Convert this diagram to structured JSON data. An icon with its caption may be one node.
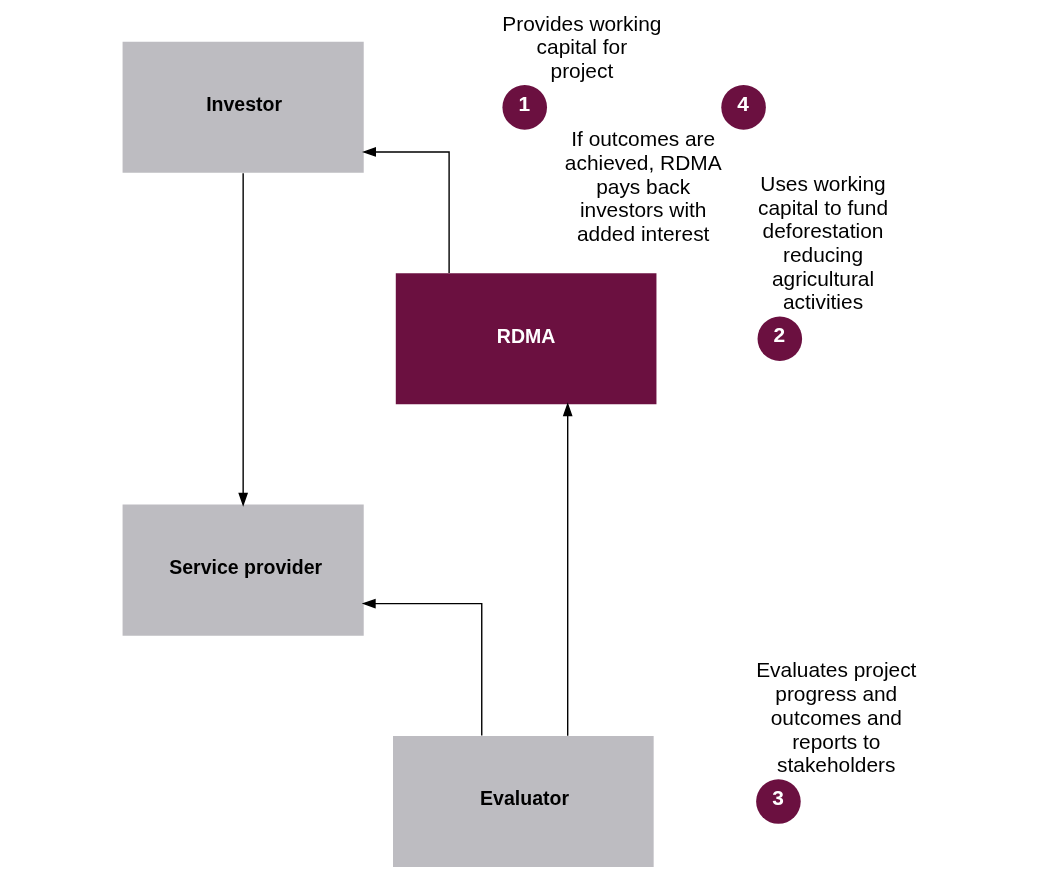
{
  "diagram": {
    "nodes": [
      {
        "text": [
          "Investor"
        ]
      },
      {
        "text": [
          "Service provider"
        ]
      },
      {
        "text": [
          "RDMA"
        ]
      },
      {
        "text": [
          "Evaluator"
        ]
      },
      {
        "text": [
          "1"
        ],
        "beside": [
          "Provides working capital for project"
        ]
      },
      {
        "text": [
          "2"
        ],
        "beside": [
          "Uses working capital to fund deforestation reducing agricultural activities"
        ]
      },
      {
        "text": [
          "3"
        ],
        "beside": [
          "Evaluates project progress and outcomes and reports to stakeholders"
        ]
      },
      {
        "text": [
          "4"
        ],
        "beside": [
          "If outcomes are achieved, RDMA pays back investors with added interest"
        ]
      }
    ],
    "edges": [
      {
        "from": 0,
        "to": 1,
        "arrow": "to"
      },
      {
        "from": 3,
        "to": 1,
        "arrow": "to"
      },
      {
        "from": 3,
        "to": 2,
        "arrow": "to"
      },
      {
        "from": 2,
        "to": 0,
        "arrow": "to"
      }
    ]
  }
}
